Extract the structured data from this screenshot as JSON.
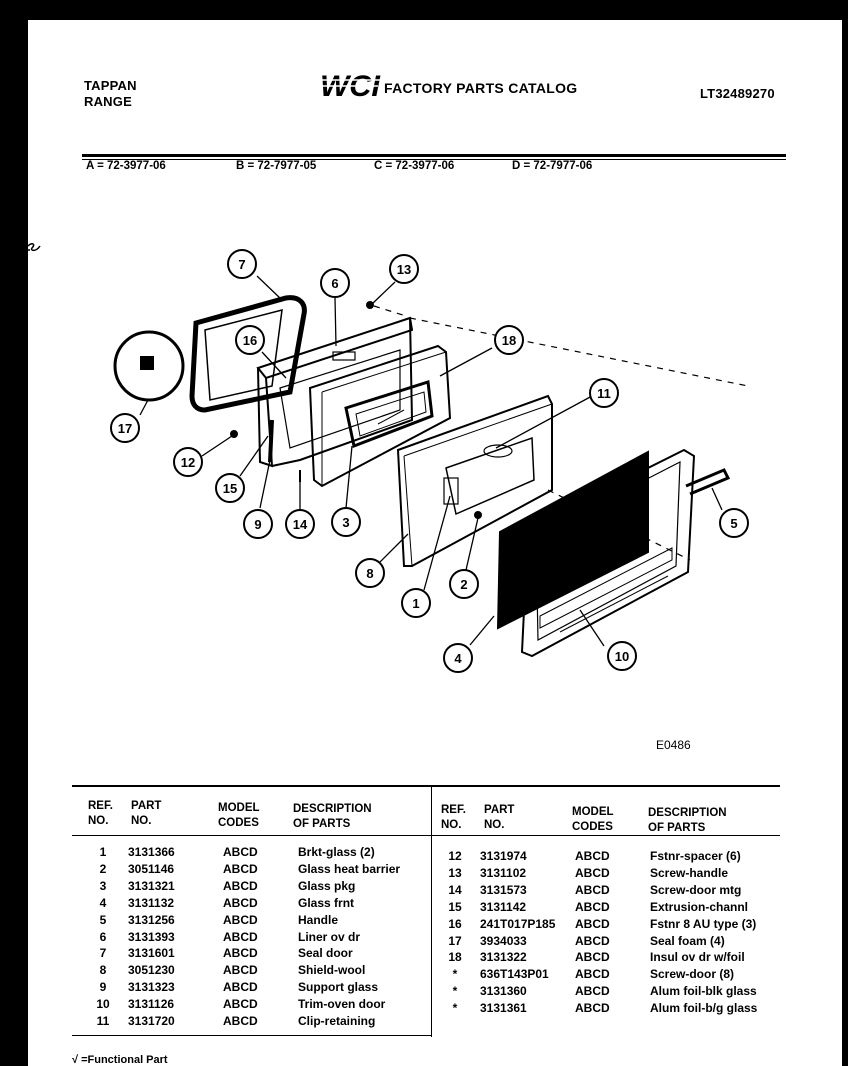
{
  "header": {
    "brand_line1": "TAPPAN",
    "brand_line2": "RANGE",
    "title": "FACTORY PARTS CATALOG",
    "catalog_number": "LT32489270",
    "logo_text": "WCI"
  },
  "model_codes": [
    {
      "code": "A = 72-3977-06"
    },
    {
      "code": "B = 72-7977-05"
    },
    {
      "code": "C = 72-3977-06"
    },
    {
      "code": "D = 72-7977-06"
    }
  ],
  "diagram": {
    "code": "E0486",
    "callouts": [
      "1",
      "2",
      "3",
      "4",
      "5",
      "6",
      "7",
      "8",
      "9",
      "10",
      "11",
      "12",
      "13",
      "14",
      "15",
      "16",
      "17",
      "18"
    ]
  },
  "table": {
    "headers": {
      "ref": "REF.\nNO.",
      "part": "PART\nNO.",
      "model": "MODEL\nCODES",
      "desc": "DESCRIPTION\nOF PARTS"
    },
    "left_rows": [
      {
        "ref": "1",
        "part": "3131366",
        "codes": "ABCD",
        "desc": "Brkt-glass (2)"
      },
      {
        "ref": "2",
        "part": "3051146",
        "codes": "ABCD",
        "desc": "Glass heat barrier"
      },
      {
        "ref": "3",
        "part": "3131321",
        "codes": "ABCD",
        "desc": "Glass pkg"
      },
      {
        "ref": "4",
        "part": "3131132",
        "codes": "ABCD",
        "desc": "Glass frnt"
      },
      {
        "ref": "5",
        "part": "3131256",
        "codes": "ABCD",
        "desc": "Handle"
      },
      {
        "ref": "6",
        "part": "3131393",
        "codes": "ABCD",
        "desc": "Liner ov dr"
      },
      {
        "ref": "7",
        "part": "3131601",
        "codes": "ABCD",
        "desc": "Seal door"
      },
      {
        "ref": "8",
        "part": "3051230",
        "codes": "ABCD",
        "desc": "Shield-wool"
      },
      {
        "ref": "9",
        "part": "3131323",
        "codes": "ABCD",
        "desc": "Support glass"
      },
      {
        "ref": "10",
        "part": "3131126",
        "codes": "ABCD",
        "desc": "Trim-oven door"
      },
      {
        "ref": "11",
        "part": "3131720",
        "codes": "ABCD",
        "desc": "Clip-retaining"
      }
    ],
    "right_rows": [
      {
        "ref": "12",
        "part": "3131974",
        "codes": "ABCD",
        "desc": "Fstnr-spacer (6)"
      },
      {
        "ref": "13",
        "part": "3131102",
        "codes": "ABCD",
        "desc": "Screw-handle"
      },
      {
        "ref": "14",
        "part": "3131573",
        "codes": "ABCD",
        "desc": "Screw-door mtg"
      },
      {
        "ref": "15",
        "part": "3131142",
        "codes": "ABCD",
        "desc": "Extrusion-channl"
      },
      {
        "ref": "16",
        "part": "241T017P185",
        "codes": "ABCD",
        "desc": "Fstnr 8 AU type (3)"
      },
      {
        "ref": "17",
        "part": "3934033",
        "codes": "ABCD",
        "desc": "Seal foam (4)"
      },
      {
        "ref": "18",
        "part": "3131322",
        "codes": "ABCD",
        "desc": "Insul ov dr w/foil"
      },
      {
        "ref": "*",
        "part": "636T143P01",
        "codes": "ABCD",
        "desc": "Screw-door (8)"
      },
      {
        "ref": "*",
        "part": "3131360",
        "codes": "ABCD",
        "desc": "Alum foil-blk glass"
      },
      {
        "ref": "*",
        "part": "3131361",
        "codes": "ABCD",
        "desc": "Alum foil-b/g glass"
      }
    ]
  },
  "footnote": "√ =Functional Part"
}
